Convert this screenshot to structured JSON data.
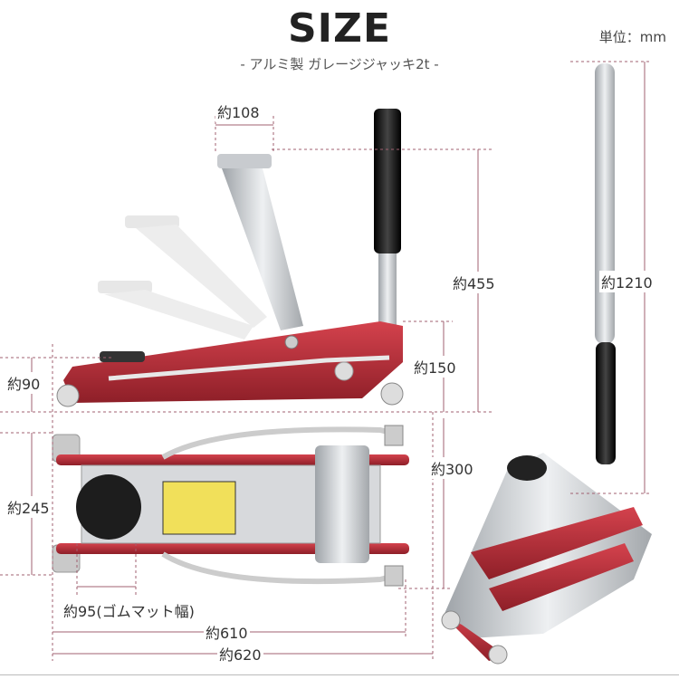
{
  "header": {
    "title": "SIZE",
    "subtitle": "- アルミ製 ガレージジャッキ2t -",
    "unit": "単位：mm"
  },
  "side_view": {
    "top_width": "約108",
    "max_height": "約455",
    "min_height": "約90",
    "saddle_height": "約150"
  },
  "top_view": {
    "width": "約245",
    "depth": "約300",
    "pad": "約95(ゴムマット幅)",
    "length_body": "約610",
    "length_total": "約620"
  },
  "handle": {
    "length": "約1210"
  },
  "colors": {
    "frame_red": "#b8303a",
    "aluminum": "#cfd2d6",
    "handle_black": "#1a1a1a",
    "dimension_line": "#a06070"
  }
}
